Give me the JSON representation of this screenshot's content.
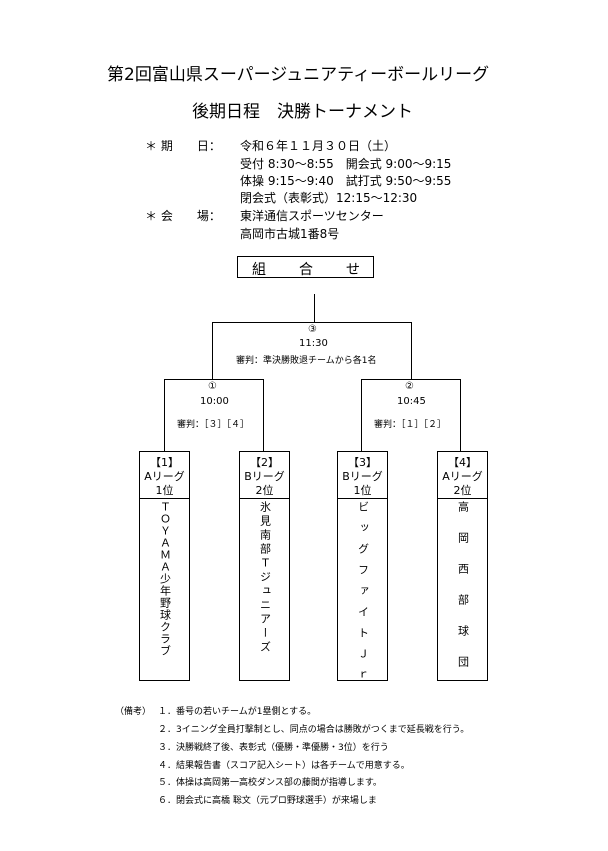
{
  "title": {
    "line1": "第2回富山県スーパージュニアティーボールリーグ",
    "line2": "後期日程　決勝トーナメント"
  },
  "info": {
    "date_label": "＊ 期　　日：",
    "date_value": "令和６年１１月３０日（土）",
    "schedule": [
      "受付 8:30〜8:55　開会式 9:00〜9:15",
      "体操 9:15〜9:40　試打式 9:50〜9:55",
      "閉会式（表彰式）12:15〜12:30"
    ],
    "venue_label": "＊ 会　　場：",
    "venue_name": "東洋通信スポーツセンター",
    "venue_address": "高岡市古城1番8号"
  },
  "bracket": {
    "header": [
      "組",
      "合",
      "せ"
    ],
    "final": {
      "mark": "③",
      "time": "11:30",
      "umpire": "審判：準決勝敗退チームから各1名"
    },
    "semi1": {
      "mark": "①",
      "time": "10:00",
      "umpire": "審判：［３］［４］"
    },
    "semi2": {
      "mark": "②",
      "time": "10:45",
      "umpire": "審判：［１］［２］"
    },
    "teams": [
      {
        "seed": "【1】",
        "league": "Aリーグ",
        "rank": "1位",
        "name": "ＴＯＹＡＭＡ少年野球クラブ"
      },
      {
        "seed": "【2】",
        "league": "Bリーグ",
        "rank": "2位",
        "name": "氷見南部Ｔジュニアーズ"
      },
      {
        "seed": "【3】",
        "league": "Bリーグ",
        "rank": "1位",
        "name": "ビッグファイトＪｒ"
      },
      {
        "seed": "【4】",
        "league": "Aリーグ",
        "rank": "2位",
        "name": "高岡西部球団"
      }
    ]
  },
  "notes": {
    "label": "（備考）",
    "items": [
      "１．番号の若いチームが1塁側とする。",
      "２．3イニング全員打撃制とし、同点の場合は勝敗がつくまで延長戦を行う。",
      "３．決勝戦終了後、表彰式（優勝・準優勝・3位）を行う",
      "４．結果報告書（スコア記入シート）は各チームで用意する。",
      "５．体操は高岡第一高校ダンス部の藤間が指導します。",
      "６．閉会式に高橋 聡文（元プロ野球選手）が来場しま"
    ]
  }
}
